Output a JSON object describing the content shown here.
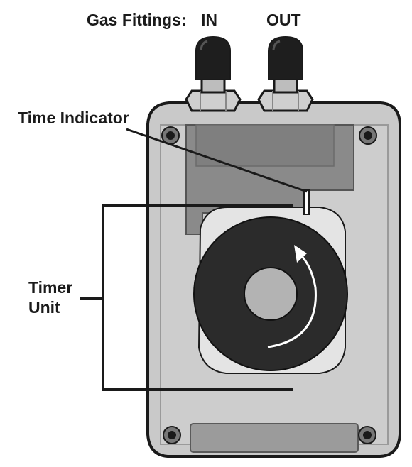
{
  "labels": {
    "gas_fittings": "Gas Fittings:",
    "in": "IN",
    "out": "OUT",
    "time_indicator": "Time Indicator",
    "timer_line1": "Timer",
    "timer_line2": "Unit"
  },
  "colors": {
    "outline": "#1a1a1a",
    "housing": "#c9c9c9",
    "recess": "#8a8a8a",
    "ring": "#e4e4e4",
    "dial": "#2b2b2b",
    "hub": "#b3b3b3",
    "cap": "#1e1e1e",
    "arrow": "#ffffff"
  }
}
